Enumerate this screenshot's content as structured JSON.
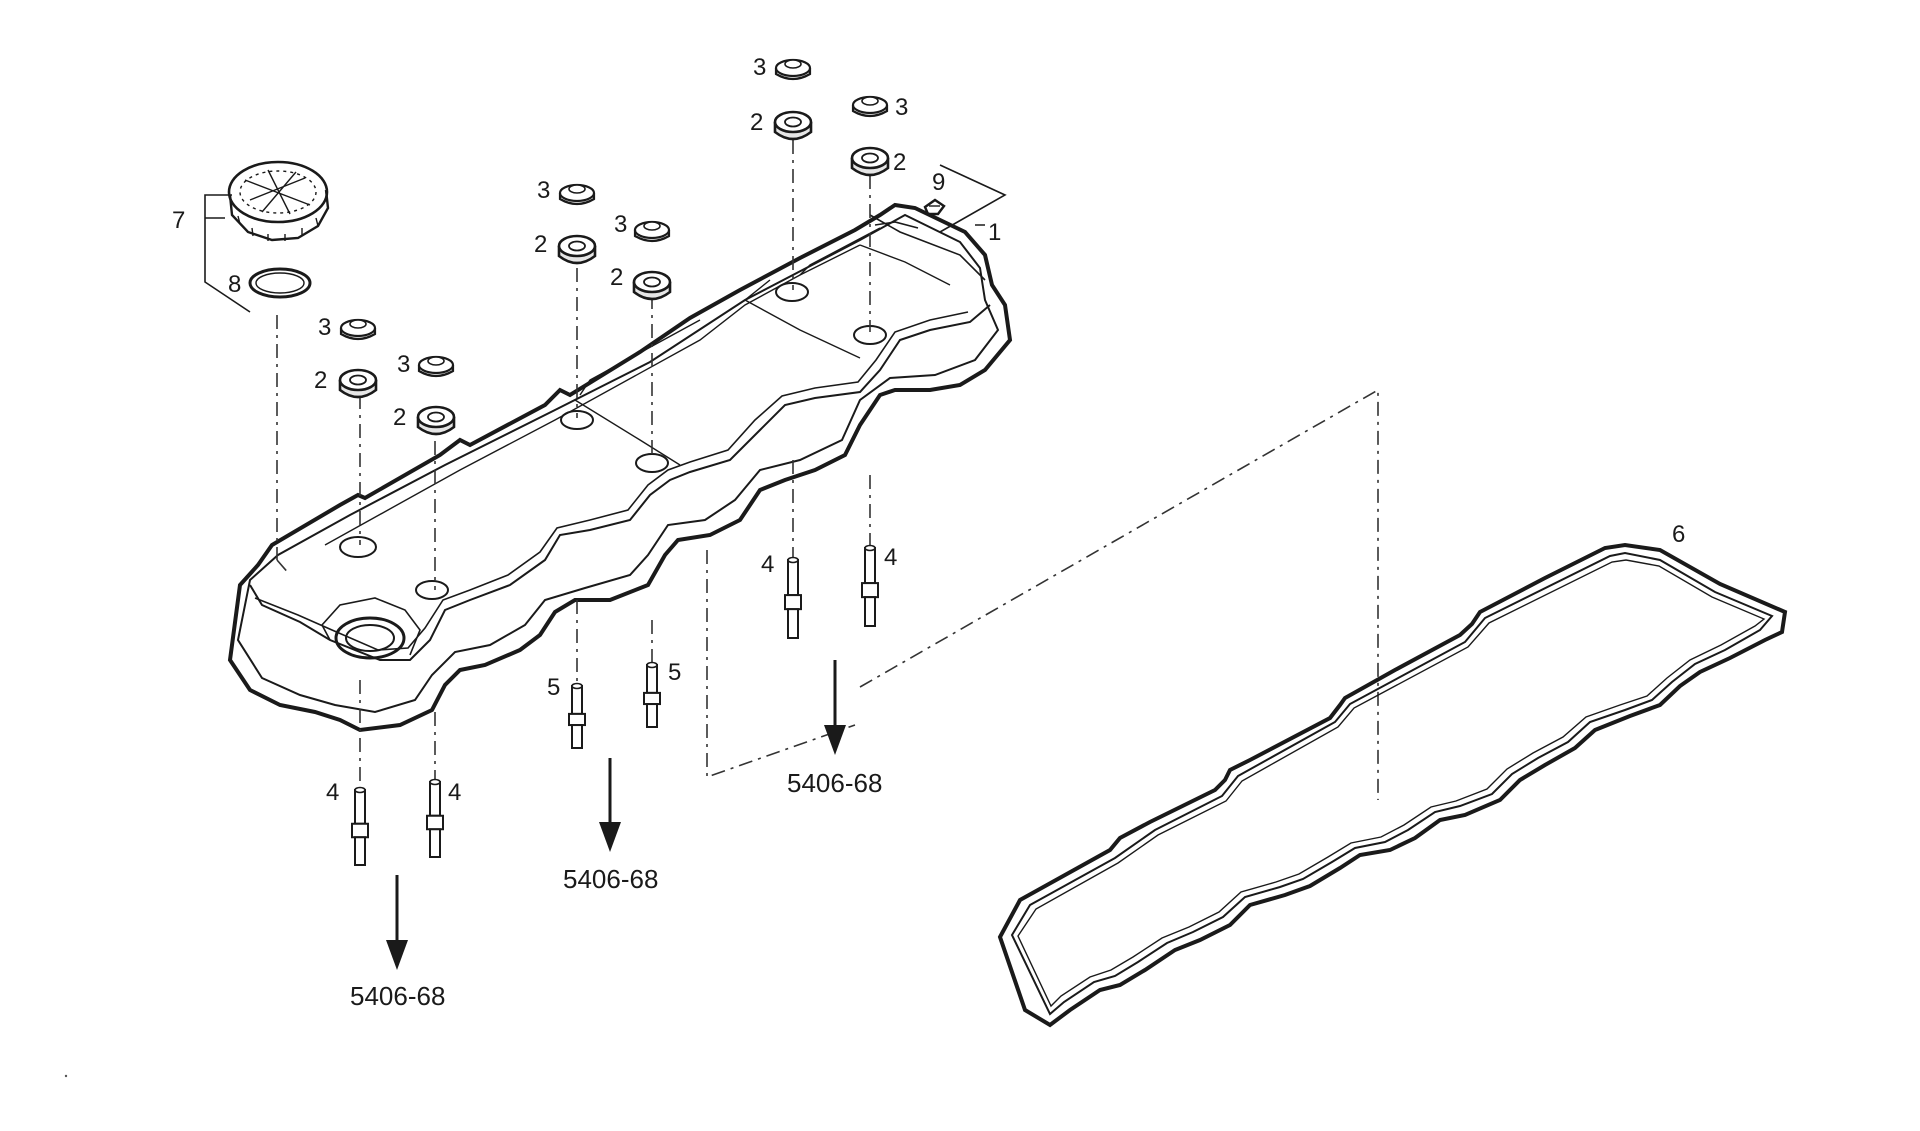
{
  "callouts": {
    "c1": "1",
    "c6": "6",
    "c7": "7",
    "c8": "8",
    "c9": "9",
    "nut": "3",
    "grommet": "2",
    "stud_long": "4",
    "stud_short": "5"
  },
  "references": {
    "left": "5406-68",
    "middle": "5406-68",
    "right": "5406-68"
  },
  "colors": {
    "ink": "#1a1a1a",
    "cover_fill": "#ffffff",
    "shade": "#e6e6e6"
  }
}
